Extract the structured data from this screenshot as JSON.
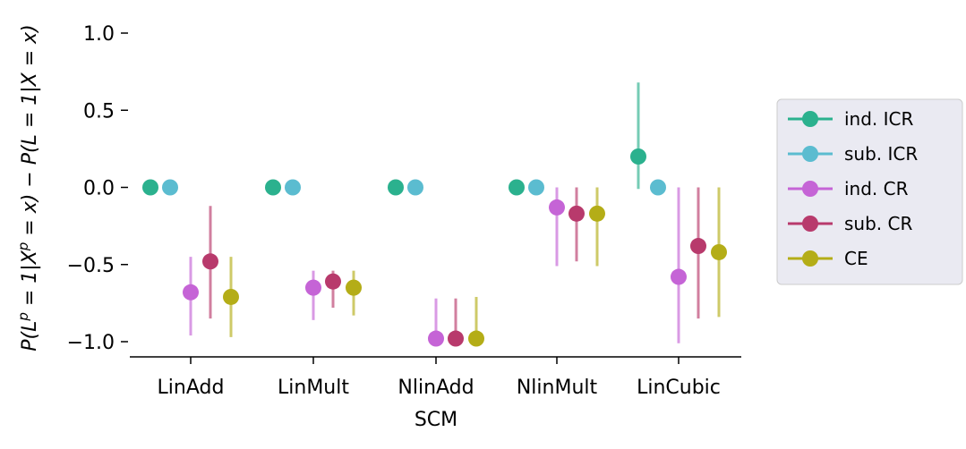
{
  "chart_data": {
    "type": "scatter",
    "xlabel": "SCM",
    "ylabel": "P(L^p = 1|X^p = x) − P(L = 1|X = x)",
    "categories": [
      "LinAdd",
      "LinMult",
      "NlinAdd",
      "NlinMult",
      "LinCubic"
    ],
    "ylim": [
      -1.1,
      1.1
    ],
    "yticks": [
      1.0,
      0.5,
      0.0,
      -0.5,
      -1.0
    ],
    "ytick_labels": [
      "1.0",
      "0.5",
      "0.0",
      "−0.5",
      "−1.0"
    ],
    "grid": false,
    "legend_position": "right",
    "series": [
      {
        "name": "ind. ICR",
        "color": "#2bb18e",
        "values": [
          0.0,
          0.0,
          0.0,
          0.0,
          0.2
        ],
        "err_low": [
          0.0,
          0.0,
          0.0,
          0.0,
          -0.01
        ],
        "err_high": [
          0.0,
          0.0,
          0.0,
          0.0,
          0.68
        ]
      },
      {
        "name": "sub. ICR",
        "color": "#5bbcd0",
        "values": [
          0.0,
          0.0,
          0.0,
          0.0,
          0.0
        ],
        "err_low": [
          0.0,
          0.0,
          0.0,
          0.0,
          0.0
        ],
        "err_high": [
          0.0,
          0.0,
          0.0,
          0.0,
          0.0
        ]
      },
      {
        "name": "ind. CR",
        "color": "#c564d6",
        "values": [
          -0.68,
          -0.65,
          -0.98,
          -0.13,
          -0.58
        ],
        "err_low": [
          -0.96,
          -0.86,
          -1.0,
          -0.51,
          -1.01
        ],
        "err_high": [
          -0.45,
          -0.54,
          -0.72,
          0.0,
          0.0
        ]
      },
      {
        "name": "sub. CR",
        "color": "#b83a6c",
        "values": [
          -0.48,
          -0.61,
          -0.98,
          -0.17,
          -0.38
        ],
        "err_low": [
          -0.85,
          -0.78,
          -1.0,
          -0.48,
          -0.85
        ],
        "err_high": [
          -0.12,
          -0.54,
          -0.72,
          0.0,
          0.0
        ]
      },
      {
        "name": "CE",
        "color": "#b4ad17",
        "values": [
          -0.71,
          -0.65,
          -0.98,
          -0.17,
          -0.42
        ],
        "err_low": [
          -0.97,
          -0.83,
          -1.0,
          -0.51,
          -0.84
        ],
        "err_high": [
          -0.45,
          -0.54,
          -0.71,
          0.0,
          0.0
        ]
      }
    ]
  }
}
